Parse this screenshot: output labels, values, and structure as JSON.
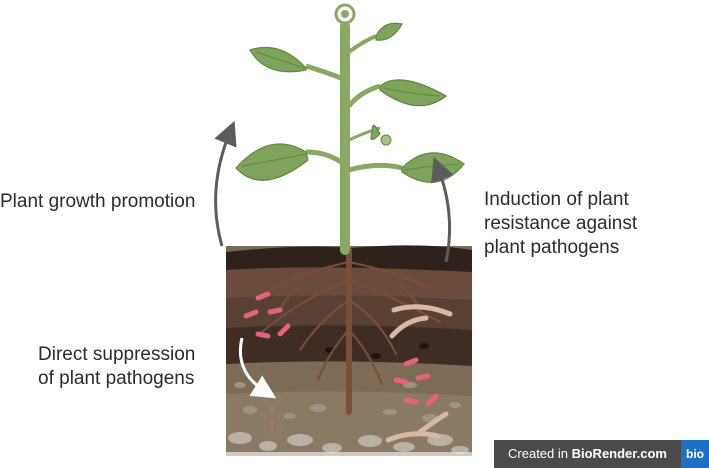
{
  "labels": {
    "growth": "Plant growth promotion",
    "resistance": [
      "Induction of plant",
      "resistance against",
      "plant pathogens"
    ],
    "suppression": [
      "Direct suppression",
      "of plant pathogens"
    ]
  },
  "watermark": {
    "prefix": "Created in ",
    "brand": "BioRender.com",
    "logo": "bio"
  },
  "colors": {
    "stem": "#8aa864",
    "leaf": "#7fa35a",
    "leaf_vein": "#5f8740",
    "topsoil": "#3a2a22",
    "soil_mid": "#6b4c3d",
    "soil_deep": "#4b372c",
    "bacteria_pink": "#e0647a",
    "arrow_gray": "#5c5c5c",
    "badge_dark": "#4a4a4a",
    "badge_blue": "#1f6fc5"
  }
}
